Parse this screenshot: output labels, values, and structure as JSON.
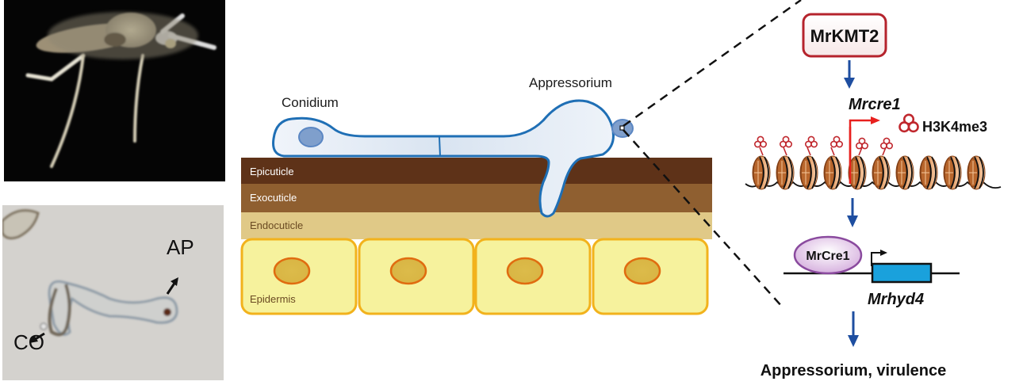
{
  "panels": {
    "photo_top": {
      "subject": "mosquito infected with fungus",
      "icon": "mosquito-photo"
    },
    "photo_bottom": {
      "labels": {
        "appressorium": "AP",
        "conidium": "CO"
      },
      "icon": "micrograph-photo"
    },
    "infection_diagram": {
      "labels": {
        "conidium": "Conidium",
        "appressorium": "Appressorium",
        "epicuticle": "Epicuticle",
        "exocuticle": "Exocuticle",
        "endocuticle": "Endocuticle",
        "epidermis": "Epidermis"
      },
      "epidermis_cell_count": 4
    },
    "pathway": {
      "regulator": "MrKMT2",
      "target_gene": "Mrcre1",
      "mark_legend": "H3K4me3",
      "transcription_factor": "MrCre1",
      "downstream_gene": "Mrhyd4",
      "outcome": "Appressorium, virulence",
      "nucleosome_count": 10,
      "marked_nucleosome_count": 6
    }
  },
  "colors": {
    "cell_outline": "#1f6fb5",
    "cell_fill": "#e3ecf6",
    "nucleus": "#7f9fcc",
    "epicuticle": "#5e3218",
    "exocuticle": "#8f5f30",
    "endocuticle": "#e0c987",
    "epidermis_fill": "#f6f29d",
    "epidermis_border": "#f2b21c",
    "epidermis_nucleus": "#dcbb4a",
    "epidermis_nucleus_border": "#e06c10",
    "regulator_border": "#b5232c",
    "pathway_arrow": "#1e4ea0",
    "histone_mark": "#c0272d",
    "tss_arrow": "#e8201e",
    "tf_border": "#8a4a9e",
    "gene_box": "#1aa1dc"
  }
}
